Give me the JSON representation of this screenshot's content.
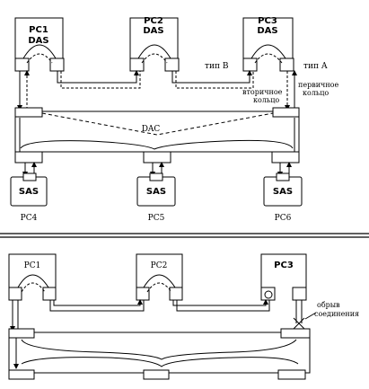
{
  "top": {
    "stations_das": [
      {
        "name": "PC1",
        "type": "DAS"
      },
      {
        "name": "PC2",
        "type": "DAS"
      },
      {
        "name": "PC3",
        "type": "DAS"
      }
    ],
    "concentrator": "DAC",
    "stations_sas": [
      {
        "name": "PC4",
        "type": "SAS"
      },
      {
        "name": "PC5",
        "type": "SAS"
      },
      {
        "name": "PC6",
        "type": "SAS"
      }
    ],
    "type_b": "тип В",
    "type_a": "тип А",
    "secondary_ring": [
      "вторичное",
      "кольцо"
    ],
    "primary_ring": [
      "первичное",
      "кольцо"
    ]
  },
  "bottom": {
    "stations": [
      "PC1",
      "PC2",
      "PC3"
    ],
    "break": [
      "обрыв",
      "соединения"
    ]
  }
}
